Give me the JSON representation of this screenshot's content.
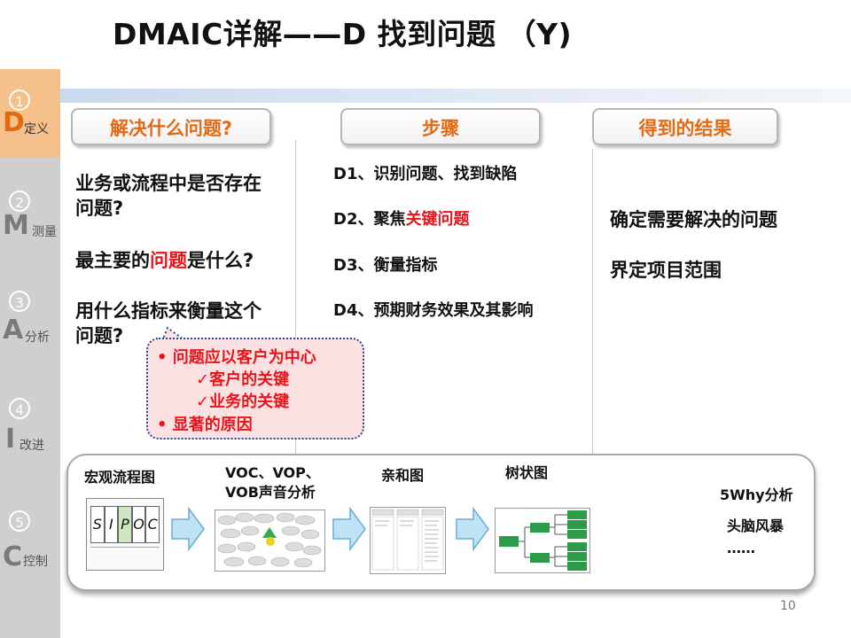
{
  "title": "DMAIC详解——D 找到问题 （Y)",
  "nav": [
    {
      "num": "1",
      "letter": "D",
      "sub": "定义",
      "active": true
    },
    {
      "num": "2",
      "letter": "M",
      "sub": "测量",
      "active": false
    },
    {
      "num": "3",
      "letter": "A",
      "sub": "分析",
      "active": false
    },
    {
      "num": "4",
      "letter": "I",
      "sub": "改进",
      "active": false
    },
    {
      "num": "5",
      "letter": "C",
      "sub": "控制",
      "active": false
    }
  ],
  "columns": {
    "col1_header": "解决什么问题?",
    "col2_header": "步骤",
    "col3_header": "得到的结果"
  },
  "questions": {
    "q1": "业务或流程中是否存在问题?",
    "q2_pre": "最主要的",
    "q2_red": "问题",
    "q2_post": "是什么?",
    "q3": "用什么指标来衡量这个问题?"
  },
  "steps": {
    "d1": "D1、识别问题、找到缺陷",
    "d2_pre": "D2、聚焦",
    "d2_red": "关键问题",
    "d3": "D3、衡量指标",
    "d4": "D4、预期财务效果及其影响"
  },
  "results": {
    "r1": "确定需要解决的问题",
    "r2": "界定项目范围"
  },
  "callout": {
    "l1": "• 问题应以客户为中心",
    "l2": "✓客户的关键",
    "l3": "✓业务的关键",
    "l4": "• 显著的原因"
  },
  "tools": {
    "t1": "宏观流程图",
    "t2a": "VOC、VOP、",
    "t2b": "VOB声音分析",
    "t3": "亲和图",
    "t4": "树状图",
    "t5": "5Why分析",
    "t6": "头脑风暴",
    "t7": "……",
    "sipoc": [
      "S",
      "I",
      "P",
      "O",
      "C"
    ]
  },
  "page_number": "10",
  "colors": {
    "accent": "#e46a14",
    "red": "#e8141c",
    "nav_bg": "#cfcfcf",
    "nav_active": "#f5c08a",
    "tree_green": "#2e9b4a"
  }
}
